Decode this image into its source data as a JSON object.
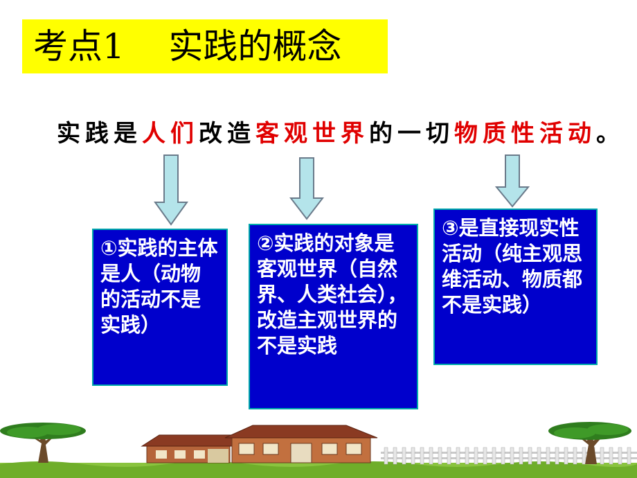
{
  "title": {
    "label": "考点1    实践的概念"
  },
  "definition": {
    "p1": "实践是",
    "p2": "人们",
    "p3": "改造",
    "p4": "客观世界",
    "p5": "的一切",
    "p6": "物质性活动",
    "p7": "。"
  },
  "boxes": [
    {
      "text": "①实践的主体是人（动物的活动不是实践）"
    },
    {
      "text": "②实践的对象是客观世界（自然界、人类社会），改造主观世界的不是实践"
    },
    {
      "text": "③是直接现实性活动（纯主观思维活动、物质都不是实践）"
    }
  ],
  "colors": {
    "title_bg": "#ffff00",
    "emphasis": "#e00000",
    "box_bg": "#0000cc",
    "arrow_fill": "#b4e4ea"
  },
  "icons": [
    "down-arrow-icon",
    "tree-icon",
    "house-icon",
    "fence-icon"
  ]
}
